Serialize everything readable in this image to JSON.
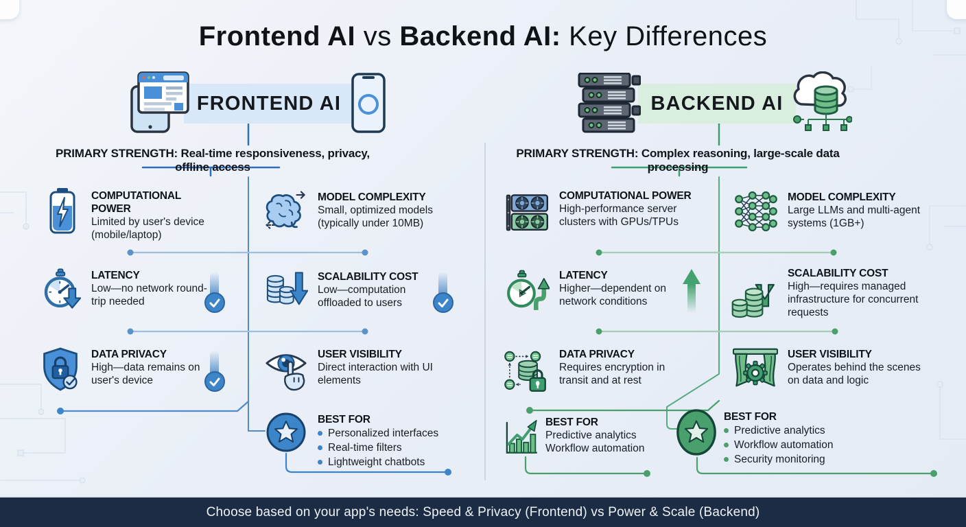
{
  "title": {
    "bold1": "Frontend AI",
    "mid": " vs ",
    "bold2": "Backend AI:",
    "rest": " Key Differences"
  },
  "frontend": {
    "header": "FRONTEND AI",
    "strength_label": "PRIMARY STRENGTH:",
    "strength_text": " Real-time responsiveness, privacy, offline access",
    "items": {
      "comp_power": {
        "title": "COMPUTATIONAL POWER",
        "desc": "Limited by user's device (mobile/laptop)"
      },
      "model_complexity": {
        "title": "MODEL COMPLEXITY",
        "desc": "Small, optimized models (typically under 10MB)"
      },
      "latency": {
        "title": "LATENCY",
        "desc": "Low—no network round-trip needed"
      },
      "scalability": {
        "title": "SCALABILITY COST",
        "desc": "Low—computation offloaded to users"
      },
      "privacy": {
        "title": "DATA PRIVACY",
        "desc": "High—data remains on user's device"
      },
      "visibility": {
        "title": "USER VISIBILITY",
        "desc": "Direct interaction with UI elements"
      },
      "best_for": {
        "title": "BEST FOR",
        "bullets": [
          "Personalized interfaces",
          "Real-time filters",
          "Lightweight chatbots"
        ]
      }
    }
  },
  "backend": {
    "header": "BACKEND AI",
    "strength_label": "PRIMARY STRENGTH:",
    "strength_text": " Complex reasoning, large-scale data processing",
    "items": {
      "comp_power": {
        "title": "COMPUTATIONAL POWER",
        "desc": "High-performance server clusters with GPUs/TPUs"
      },
      "model_complexity": {
        "title": "MODEL COMPLEXITY",
        "desc": "Large LLMs and multi-agent systems (1GB+)"
      },
      "latency": {
        "title": "LATENCY",
        "desc": "Higher—dependent on network conditions"
      },
      "scalability": {
        "title": "SCALABILITY COST",
        "desc": "High—requires managed infrastructure for concurrent requests"
      },
      "privacy": {
        "title": "DATA PRIVACY",
        "desc": "Requires encryption in transit and at rest"
      },
      "visibility": {
        "title": "USER VISIBILITY",
        "desc": "Operates behind the scenes on data and logic"
      },
      "best_for_chart": {
        "title": "BEST FOR",
        "lines": [
          "Predictive analytics",
          "Workflow automation"
        ]
      },
      "best_for_star": {
        "title": "BEST FOR",
        "bullets": [
          "Predictive analytics",
          "Workflow automation",
          "Security monitoring"
        ]
      }
    }
  },
  "footer": {
    "text": "Choose based on your app's needs: Speed & Privacy (Frontend) vs Power & Scale (Backend)"
  },
  "colors": {
    "frontend_accent": "#2e6fb3",
    "backend_accent": "#3f9e6e",
    "footer_bg": "#1c2c44"
  }
}
